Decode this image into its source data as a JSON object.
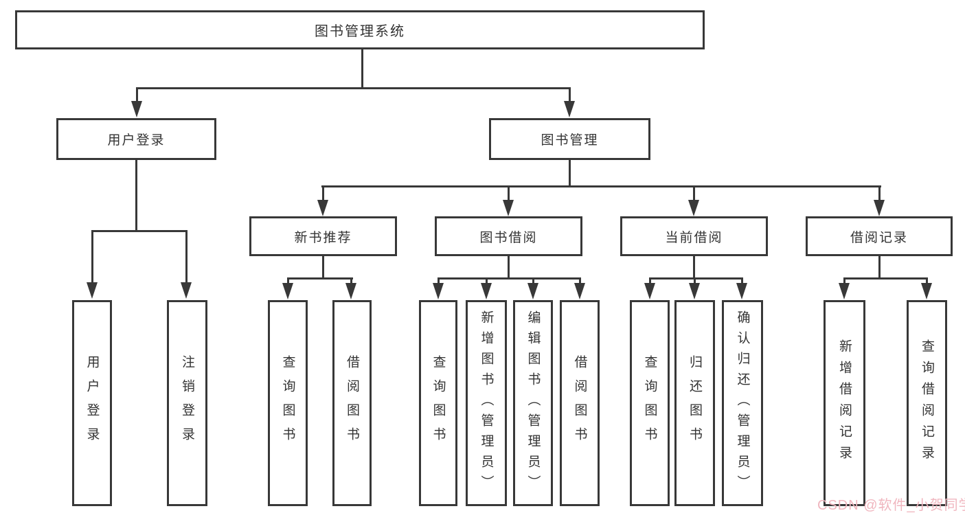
{
  "diagram": {
    "root": {
      "label": "图书管理系统"
    },
    "level2": [
      {
        "label": "用户登录"
      },
      {
        "label": "图书管理"
      }
    ],
    "level3": [
      {
        "label": "新书推荐"
      },
      {
        "label": "图书借阅"
      },
      {
        "label": "当前借阅"
      },
      {
        "label": "借阅记录"
      }
    ],
    "leaves": {
      "user_login": [
        "用户登录",
        "注销登录"
      ],
      "new_book": [
        "查询图书",
        "借阅图书"
      ],
      "book_borrow": [
        "查询图书",
        "新增图书（管理员）",
        "编辑图书（管理员）",
        "借阅图书"
      ],
      "current_borrow": [
        "查询图书",
        "归还图书",
        "确认归还（管理员）"
      ],
      "borrow_record": [
        "新增借阅记录",
        "查询借阅记录"
      ]
    },
    "watermark": "CSDN @软件_小贺同学",
    "colors": {
      "line": "#383838",
      "text": "#333333",
      "watermark": "#f0b6bf",
      "background": "#ffffff"
    }
  }
}
